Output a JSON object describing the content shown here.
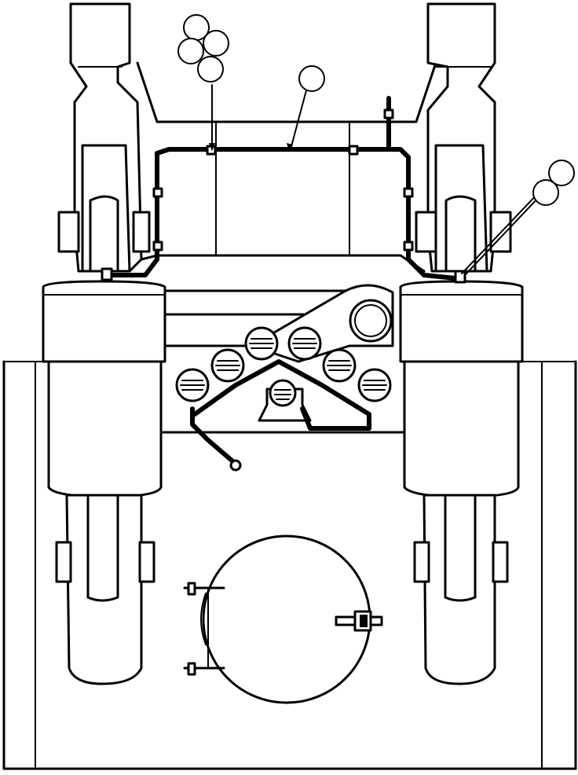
{
  "diagram": {
    "subject": "hydraulic-hose-routing-top-view",
    "callouts": [
      {
        "id": "callout-a",
        "label": ""
      },
      {
        "id": "callout-b",
        "label": ""
      },
      {
        "id": "callout-c",
        "label": ""
      },
      {
        "id": "callout-d",
        "label": ""
      },
      {
        "id": "callout-e",
        "label": ""
      },
      {
        "id": "callout-f",
        "label": ""
      },
      {
        "id": "callout-g",
        "label": ""
      }
    ],
    "colors": {
      "line": "#000000",
      "background": "#ffffff"
    }
  }
}
